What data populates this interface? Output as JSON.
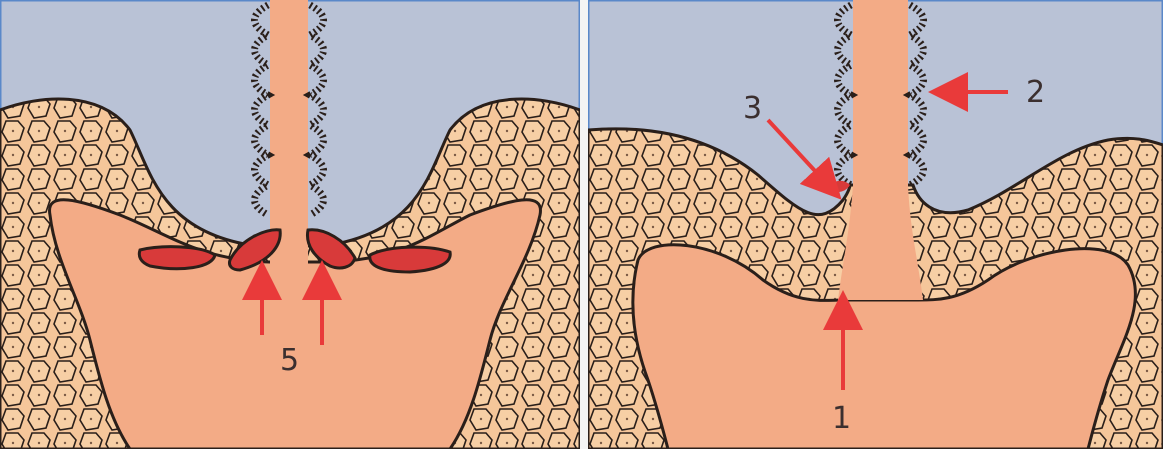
{
  "figure": {
    "panels": [
      {
        "id": "left",
        "labels": [
          {
            "text": "5"
          }
        ]
      },
      {
        "id": "right",
        "labels": [
          {
            "text": "2"
          },
          {
            "text": "3"
          },
          {
            "text": "1"
          }
        ]
      }
    ],
    "colors": {
      "background": "#b9c2d6",
      "tissue": "#f3ab86",
      "cell_fill": "#f5c69a",
      "outline": "#2a1f1a",
      "arrow": "#e93a3a",
      "glandular": "#d83a3a"
    }
  }
}
